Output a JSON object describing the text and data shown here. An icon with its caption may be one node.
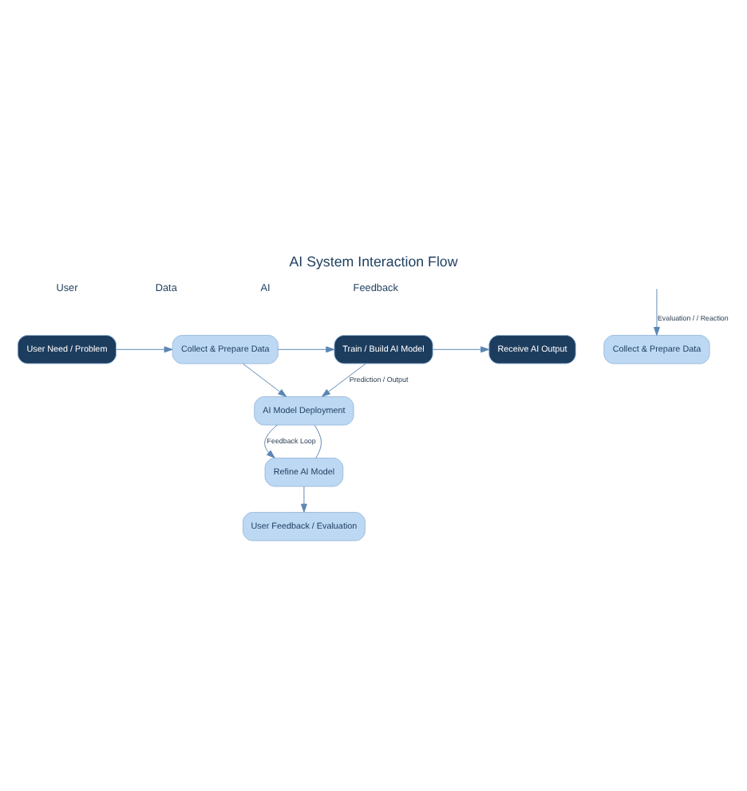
{
  "diagram": {
    "title": "AI System Interaction Flow",
    "nodes": [
      {
        "text": [
          "User Need / Problem"
        ]
      },
      {
        "text": [
          "Collect & Prepare Data"
        ]
      },
      {
        "text": [
          "Train / Build AI Model"
        ]
      },
      {
        "text": [
          "Receive AI Output"
        ]
      },
      {
        "text": [
          "AI Model Deployment"
        ]
      },
      {
        "text": [
          "Refine AI Model"
        ]
      },
      {
        "text": [
          "Collect & Prepare Data"
        ]
      },
      {
        "text": [
          "User Feedback / Evaluation"
        ]
      }
    ],
    "edges": [
      {
        "from": 0,
        "to": 1,
        "arrow": "to"
      },
      {
        "from": 1,
        "to": 2,
        "arrow": "to"
      },
      {
        "from": 2,
        "to": 3,
        "arrow": "to"
      },
      {
        "from": 2,
        "to": 4,
        "label": "Prediction / Output",
        "arrow": "to"
      },
      {
        "from": 1,
        "to": 4,
        "arrow": "to"
      },
      {
        "from": 4,
        "to": 5,
        "label": "Feedback Loop",
        "arrow": "to"
      },
      {
        "from": 4,
        "to": 5,
        "arrow": "none"
      },
      {
        "from": null,
        "to": 6,
        "label": "Evaluation / / Reaction",
        "arrow": "to"
      },
      {
        "from": 5,
        "to": 7,
        "arrow": "to"
      }
    ],
    "labels": [
      "User",
      "Data",
      "AI",
      "Feedback"
    ]
  }
}
